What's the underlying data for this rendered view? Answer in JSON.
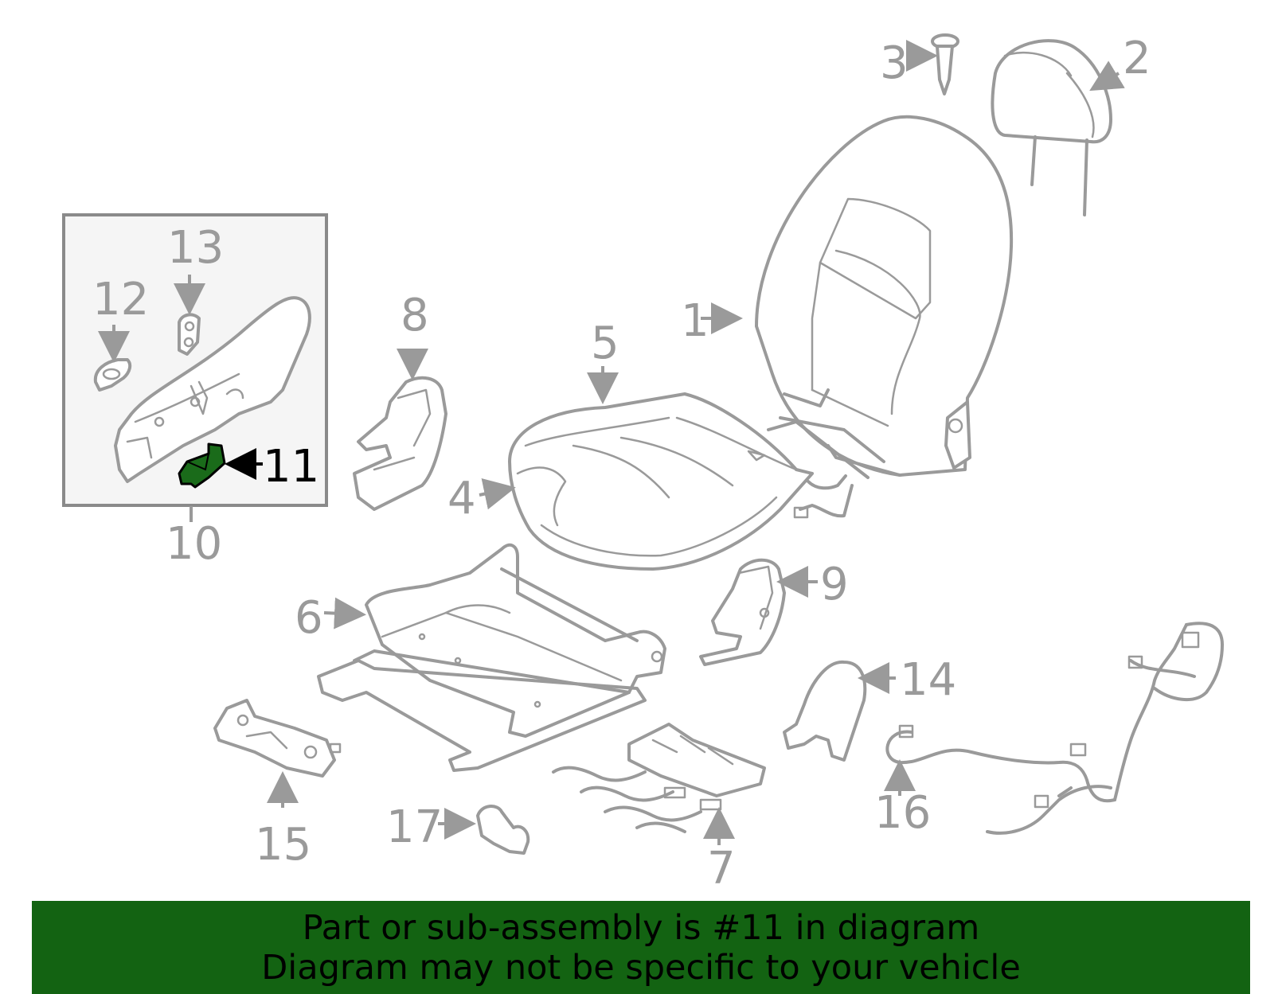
{
  "callouts": {
    "c1": "1",
    "c2": "2",
    "c3": "3",
    "c4": "4",
    "c5": "5",
    "c6": "6",
    "c7": "7",
    "c8": "8",
    "c9": "9",
    "c10": "10",
    "c11": "11",
    "c12": "12",
    "c13": "13",
    "c14": "14",
    "c15": "15",
    "c16": "16",
    "c17": "17"
  },
  "highlighted_part": "11",
  "colors": {
    "line_art": "#9a9a9a",
    "highlight_fill": "#1a6b1a",
    "footer_background": "#136312",
    "footer_text": "#000000"
  },
  "footer": {
    "line1": "Part or sub-assembly is #11 in diagram",
    "line2": "Diagram may not be specific to your vehicle"
  }
}
